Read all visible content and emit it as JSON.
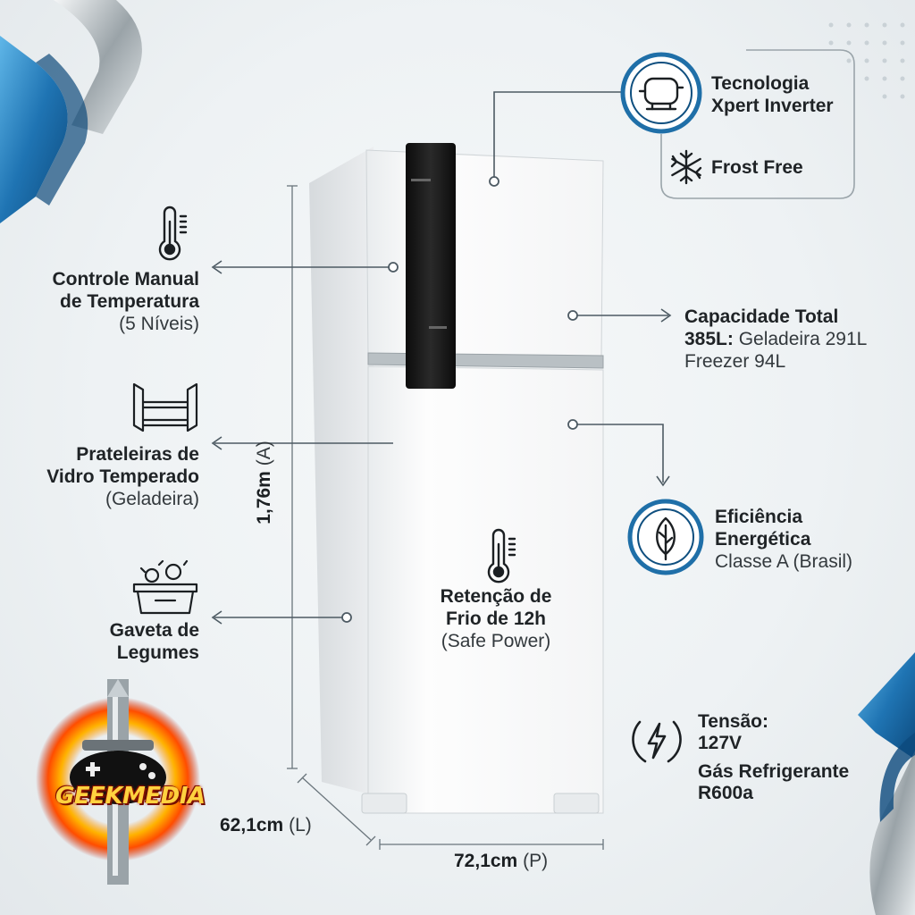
{
  "features": {
    "inverter": {
      "line1": "Tecnologia",
      "line2": "Xpert Inverter",
      "icon": "compressor-icon"
    },
    "frost": {
      "label": "Frost Free",
      "icon": "snowflake-icon"
    },
    "control": {
      "line1": "Controle Manual",
      "line2": "de Temperatura",
      "line3": "(5 Níveis)",
      "icon": "thermometer-icon"
    },
    "shelves": {
      "line1": "Prateleiras de",
      "line2": "Vidro Temperado",
      "line3": "(Geladeira)",
      "icon": "shelves-icon"
    },
    "drawer": {
      "line1": "Gaveta de",
      "line2": "Legumes",
      "icon": "vegetable-drawer-icon"
    },
    "capacity": {
      "bold": "Capacidade Total",
      "bold2": "385L:",
      "rest2": " Geladeira 291L",
      "line3": "Freezer 94L"
    },
    "efficiency": {
      "line1": "Eficiência",
      "line2": "Energética",
      "line3": "Classe A (Brasil)",
      "icon": "leaf-icon"
    },
    "retention": {
      "line1": "Retenção de",
      "line2": "Frio de 12h",
      "line3": "(Safe Power)",
      "icon": "thermometer-icon"
    },
    "voltage": {
      "line1": "Tensão:",
      "line2": "127V",
      "line3": "Gás Refrigerante",
      "line4": "R600a",
      "icon": "lightning-icon"
    }
  },
  "dimensions": {
    "height_value": "1,76m",
    "height_unit": "(A)",
    "width_value": "62,1cm",
    "width_unit": "(L)",
    "depth_value": "72,1cm",
    "depth_unit": "(P)"
  },
  "logo": {
    "text": "GEEKMEDIA"
  },
  "colors": {
    "accent": "#1f6fa8",
    "accent_dark": "#0f4f7f",
    "line": "#4d5a63",
    "text": "#1f2326"
  }
}
